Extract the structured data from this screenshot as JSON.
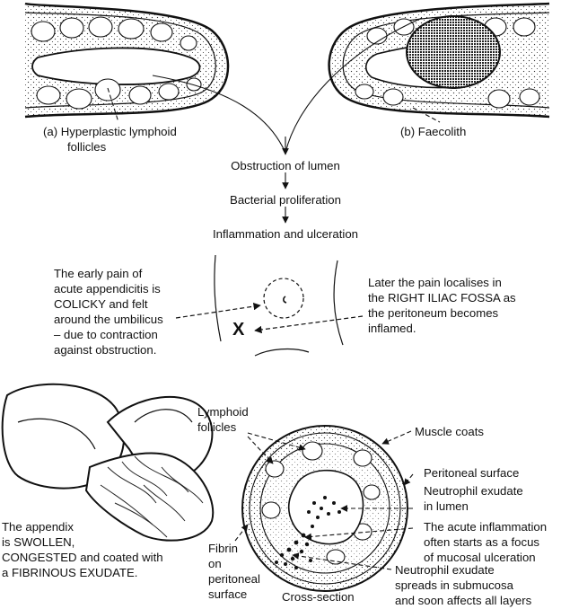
{
  "label_a": [
    "(a)  Hyperplastic lymphoid",
    "follicles"
  ],
  "label_b": "(b)  Faecolith",
  "flow": [
    "Obstruction of lumen",
    "Bacterial proliferation",
    "Inflammation and ulceration"
  ],
  "early_pain": [
    "The early pain of",
    "acute appendicitis is",
    "COLICKY and felt",
    "around the umbilicus",
    "– due to contraction",
    "against obstruction."
  ],
  "later_pain": [
    "Later the pain localises in",
    "the RIGHT ILIAC FOSSA as",
    "the peritoneum becomes",
    "inflamed."
  ],
  "pain_mark": "X",
  "appendix_caption": [
    "The appendix",
    "is SWOLLEN,",
    "CONGESTED and coated with",
    "a FIBRINOUS EXUDATE."
  ],
  "cross_section": {
    "lymphoid": [
      "Lymphoid",
      "follicles"
    ],
    "muscle": "Muscle coats",
    "peritoneal": "Peritoneal surface",
    "neutrophil_lumen": [
      "Neutrophil exudate",
      "in lumen"
    ],
    "acute": [
      "The acute inflammation",
      "often starts as a focus",
      "of mucosal ulceration"
    ],
    "fibrin": [
      "Fibrin",
      "on",
      "peritoneal",
      "surface"
    ],
    "title": "Cross-section",
    "spreads": [
      "Neutrophil exudate",
      "spreads in submucosa",
      "and soon affects all layers"
    ]
  }
}
